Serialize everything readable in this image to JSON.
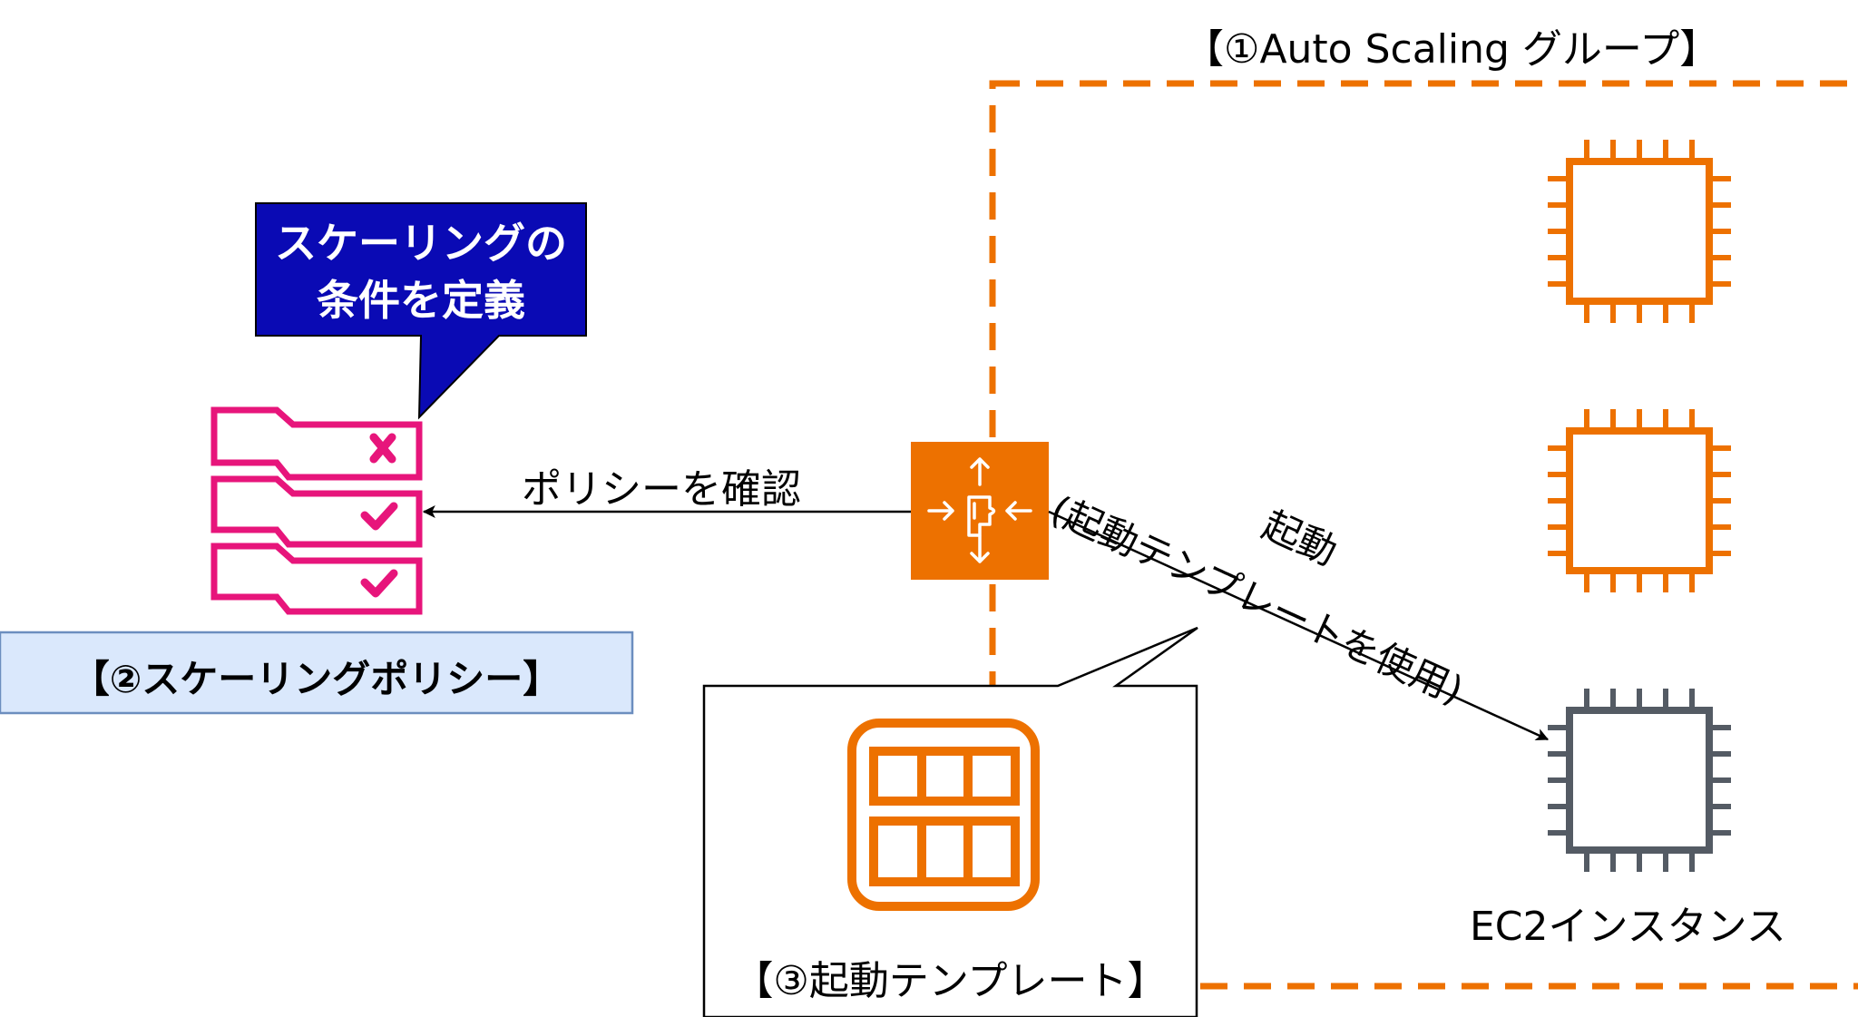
{
  "asg": {
    "label": "【①Auto Scaling グループ】",
    "border_color": "#ED7100"
  },
  "policy": {
    "callout_line1": "スケーリングの",
    "callout_line2": "条件を定義",
    "callout_bg": "#0A0AB4",
    "label": "【②スケーリングポリシー】",
    "label_bg": "#DAE8FC",
    "label_border": "#6C8EBF",
    "icon_color": "#E7157B",
    "icon_marks": [
      "cross",
      "check",
      "check"
    ]
  },
  "launch_template": {
    "label": "【③起動テンプレート】",
    "icon_color": "#ED7100"
  },
  "edges": {
    "check_policy": "ポリシーを確認",
    "launch_line1": "起動",
    "launch_line2": "(起動テンプレートを使用)"
  },
  "instances": {
    "label": "EC2インスタンス",
    "active_color": "#ED7100",
    "new_color": "#545B64"
  },
  "autoscaling_icon_color": "#ED7100"
}
